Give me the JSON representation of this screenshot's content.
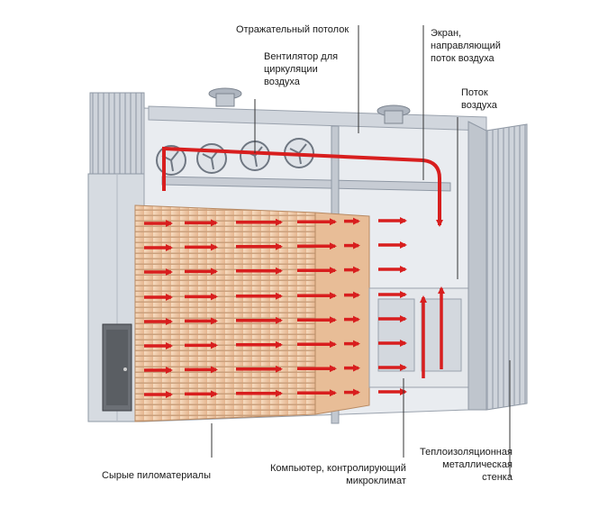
{
  "labels": {
    "reflective_ceiling": "Отражательный потолок",
    "fan": [
      "Вентилятор для",
      "циркуляции",
      "воздуха"
    ],
    "screen": [
      "Экран,",
      "направляющий",
      "поток воздуха"
    ],
    "airflow": [
      "Поток",
      "воздуха"
    ],
    "raw_lumber": "Сырые пиломатериалы",
    "computer": [
      "Компьютер, контролирующий",
      "микроклимат"
    ],
    "wall": [
      "Теплоизоляционная",
      "металлическая",
      "стенка"
    ]
  },
  "colors": {
    "arrow": "#d81e1e",
    "lumber_light": "#f3d2b2",
    "lumber_dark": "#d7a27a",
    "steel": "#c9ced6",
    "steel_dark": "#8f98a4",
    "leader": "#333333"
  },
  "icons": [
    "roof-ventilator-icon",
    "circulation-fan-icon",
    "door-icon",
    "airflow-arrow-icon"
  ]
}
